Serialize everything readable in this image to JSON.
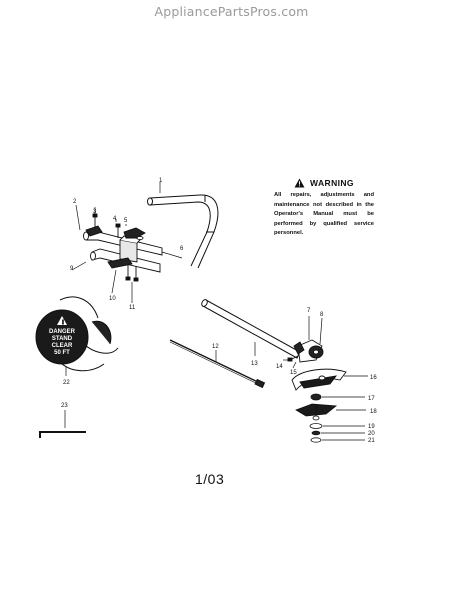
{
  "watermark": "AppliancePartsPros.com",
  "warning": {
    "title": "WARNING",
    "body": "All repairs, adjustments and maintenance not described in the Operator's Manual must be performed by qualified service personnel."
  },
  "decal": {
    "line1": "DANGER",
    "line2": "STAND",
    "line3": "CLEAR",
    "line4": "50 FT"
  },
  "callouts": [
    "1",
    "2",
    "3",
    "4",
    "5",
    "6",
    "7",
    "8",
    "9",
    "10",
    "11",
    "12",
    "13",
    "14",
    "15",
    "16",
    "17",
    "18",
    "19",
    "20",
    "21",
    "22",
    "23"
  ],
  "page_number": "1/03",
  "icons": {
    "warning": "warning-triangle-icon"
  }
}
